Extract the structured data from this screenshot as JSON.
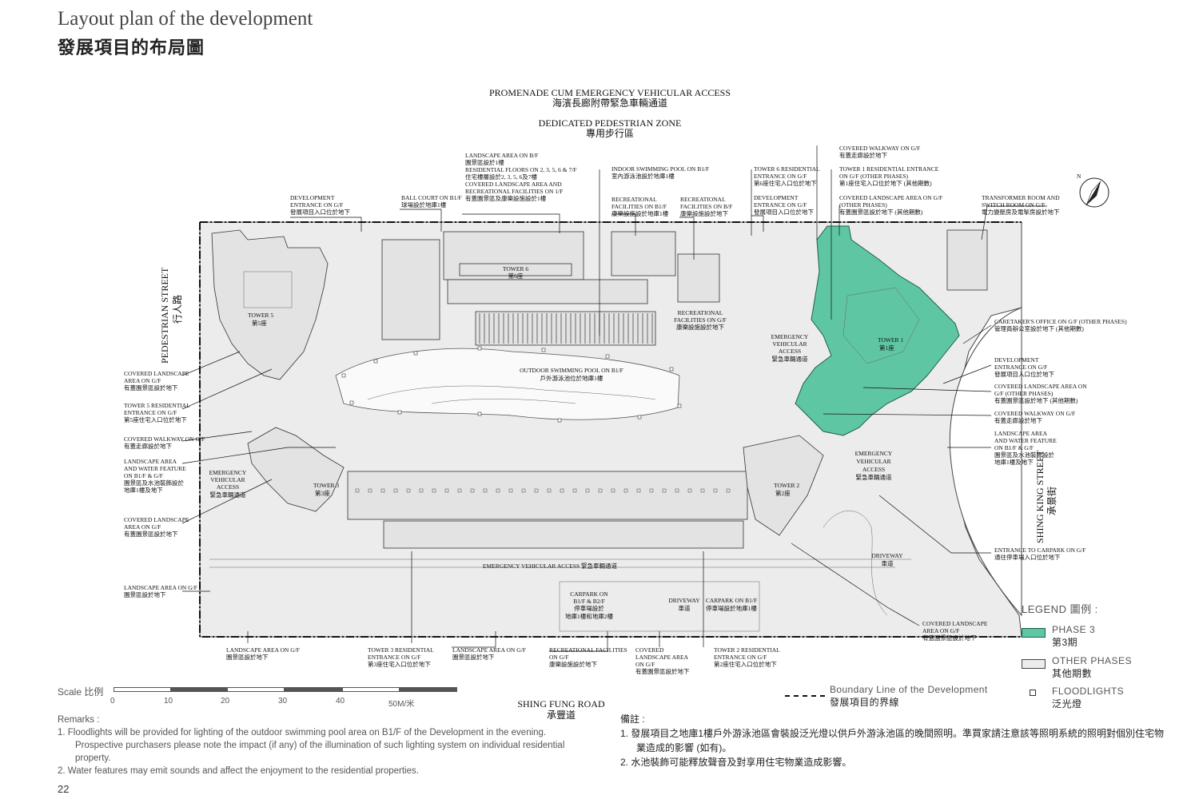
{
  "title_en": "Layout plan of the development",
  "title_zh": "發展項目的布局圖",
  "page_number": "22",
  "roads": {
    "north_en": "PROMENADE CUM EMERGENCY VEHICULAR ACCESS",
    "north_zh": "海濱長廊附帶緊急車輛通道",
    "ped_en": "DEDICATED PEDESTRIAN ZONE",
    "ped_zh": "專用步行區",
    "west_en": "PEDESTRIAN STREET",
    "west_zh": "行人路",
    "east_en": "SHING KING STREET",
    "east_zh": "承景街",
    "south_en": "SHING FUNG ROAD",
    "south_zh": "承豐道"
  },
  "towers": {
    "t1_en": "TOWER 1",
    "t1_zh": "第1座",
    "t2_en": "TOWER 2",
    "t2_zh": "第2座",
    "t3_en": "TOWER 3",
    "t3_zh": "第3座",
    "t5_en": "TOWER 5",
    "t5_zh": "第5座",
    "t6_en": "TOWER 6",
    "t6_zh": "第6座"
  },
  "inside_labels": {
    "pool_en": "OUTDOOR SWIMMING POOL ON B1/F",
    "pool_zh": "戶外游泳池位於地庫1樓",
    "eva_south": "EMERGENCY VEHICULAR ACCESS 緊急車輛通道",
    "eva_west_1": "EMERGENCY",
    "eva_west_2": "VEHICULAR",
    "eva_west_3": "ACCESS",
    "eva_west_4": "緊急車輛通道",
    "eva_mid_1": "EMERGENCY",
    "eva_mid_2": "VEHICULAR",
    "eva_mid_3": "ACCESS",
    "eva_mid_4": "緊急車輛通道",
    "eva_east_1": "EMERGENCY",
    "eva_east_2": "VEHICULAR",
    "eva_east_3": "ACCESS",
    "eva_east_4": "緊急車輛通道",
    "driveway_1": "DRIVEWAY",
    "driveway_2": "車道",
    "driveway_s_1": "DRIVEWAY",
    "driveway_s_2": "車道",
    "rec_mid_1": "RECREATIONAL",
    "rec_mid_2": "FACILITIES ON G/F",
    "rec_mid_3": "康樂設施設於地下",
    "carpark_1_1": "CARPARK ON",
    "carpark_1_2": "B1/F & B2/F",
    "carpark_1_3": "停車場設於",
    "carpark_1_4": "地庫1樓和地庫2樓",
    "carpark_2_1": "CARPARK ON B1/F",
    "carpark_2_2": "停車場設於地庫1樓"
  },
  "callouts_top": [
    {
      "lines": [
        "DEVELOPMENT",
        "ENTRANCE  ON G/F",
        "發展項目入口位於地下"
      ]
    },
    {
      "lines": [
        "BALL COURT  ON B1/F",
        "球場設於地庫1樓"
      ]
    },
    {
      "lines": [
        "LANDSCAPE AREA ON B/F",
        "園景區設於1樓",
        "RESIDENTIAL FLOORS ON 2, 3, 5, 6 & 7/F",
        "住宅樓層設於2, 3, 5, 6及7樓",
        "COVERED LANDSCAPE AREA AND",
        "RECREATIONAL FACILITIES ON 1/F",
        "有蓋園景區及康樂設施設於1樓"
      ]
    },
    {
      "lines": [
        "INDOOR SWIMMING POOL ON B1/F",
        "室內游泳池設於地庫1樓"
      ]
    },
    {
      "lines": [
        "RECREATIONAL",
        "FACILITIES ON B1/F",
        "康樂設施設於地庫1樓"
      ]
    },
    {
      "lines": [
        "RECREATIONAL",
        "FACILITIES ON B/F",
        "康樂設施設於地下"
      ]
    },
    {
      "lines": [
        "TOWER 6 RESIDENTIAL",
        "ENTRANCE ON G/F",
        "第6座住宅入口位於地下"
      ]
    },
    {
      "lines": [
        "DEVELOPMENT",
        "ENTRANCE ON G/F",
        "發展項目入口位於地下"
      ]
    },
    {
      "lines": [
        "COVERED WALKWAY ON G/F",
        "有蓋走廊設於地下"
      ]
    },
    {
      "lines": [
        "TOWER 1 RESIDENTIAL ENTRANCE",
        "ON G/F (OTHER PHASES)",
        "第1座住宅入口位於地下 (其他期數)"
      ]
    },
    {
      "lines": [
        "COVERED LANDSCAPE AREA ON G/F",
        "(OTHER PHASES)",
        "有蓋園景區設於地下 (其他期數)"
      ]
    },
    {
      "lines": [
        "TRANSFORMER ROOM  AND",
        "SWITCH ROOM ON G/F",
        "電力變壓房及電掣房設於地下"
      ]
    }
  ],
  "callouts_left": [
    {
      "lines": [
        "COVERED LANDSCAPE",
        "AREA ON G/F",
        "有蓋園景區設於地下"
      ]
    },
    {
      "lines": [
        "TOWER 5 RESIDENTIAL",
        "ENTRANCE ON G/F",
        "第5座住宅入口位於地下"
      ]
    },
    {
      "lines": [
        "COVERED WALKWAY ON G/F",
        "有蓋走廊設於地下"
      ]
    },
    {
      "lines": [
        "LANDSCAPE AREA",
        "AND WATER FEATURE",
        "ON B1/F & G/F",
        "園景區及水池裝飾設於",
        "地庫1樓及地下"
      ]
    },
    {
      "lines": [
        "COVERED LANDSCAPE",
        "AREA ON G/F",
        "有蓋園景區設於地下"
      ]
    },
    {
      "lines": [
        "LANDSCAPE AREA ON G/F",
        "園景區設於地下"
      ]
    }
  ],
  "callouts_right": [
    {
      "lines": [
        "CARETAKER'S OFFICE  ON G/F (OTHER PHASES)",
        "管理員辦公室設於地下 (其他期數)"
      ]
    },
    {
      "lines": [
        "DEVELOPMENT",
        "ENTRANCE  ON G/F",
        "發展項目入口位於地下"
      ]
    },
    {
      "lines": [
        "COVERED LANDSCAPE AREA ON",
        "G/F (OTHER PHASES)",
        "有蓋園景區設於地下 (其他期數)"
      ]
    },
    {
      "lines": [
        "COVERED WALKWAY ON G/F",
        "有蓋走廊設於地下"
      ]
    },
    {
      "lines": [
        "LANDSCAPE AREA",
        "AND WATER FEATURE",
        "ON B1/F & G/F",
        "園景區及水池裝飾設於",
        "地庫1樓及地下"
      ]
    },
    {
      "lines": [
        "ENTRANCE TO CARPARK ON G/F",
        "通往停車場入口位於地下"
      ]
    },
    {
      "lines": [
        "COVERED LANDSCAPE",
        "AREA ON G/F",
        "有蓋園景區設於地下"
      ]
    }
  ],
  "callouts_bottom": [
    {
      "lines": [
        "LANDSCAPE AREA ON G/F",
        "園景區設於地下"
      ]
    },
    {
      "lines": [
        "TOWER 3 RESIDENTIAL",
        "ENTRANCE ON G/F",
        "第3座住宅入口位於地下"
      ]
    },
    {
      "lines": [
        "LANDSCAPE AREA ON G/F",
        "園景區設於地下"
      ]
    },
    {
      "lines": [
        "RECREATIONAL FACILITIES",
        "ON G/F",
        "康樂設施設於地下"
      ]
    },
    {
      "lines": [
        "COVERED",
        "LANDSCAPE AREA",
        "ON G/F",
        "有蓋園景區設於地下"
      ]
    },
    {
      "lines": [
        "TOWER 2 RESIDENTIAL",
        "ENTRANCE ON G/F",
        "第2座住宅入口位於地下"
      ]
    }
  ],
  "scale": {
    "label": "Scale 比例",
    "ticks": [
      "0",
      "10",
      "20",
      "30",
      "40",
      "50M/米"
    ]
  },
  "legend": {
    "title": "LEGEND 圖例 :",
    "phase3_en": "PHASE 3",
    "phase3_zh": "第3期",
    "other_en": "OTHER PHASES",
    "other_zh": "其他期數",
    "flood_en": "FLOODLIGHTS",
    "flood_zh": "泛光燈",
    "boundary_en": "Boundary Line of the Development",
    "boundary_zh": "發展項目的界線",
    "phase3_color": "#5fc6a3",
    "other_color": "#ececec"
  },
  "remarks_en": {
    "title": "Remarks :",
    "r1": "1.    Floodlights will be provided for lighting of the outdoor swimming pool area on B1/F of the Development in the evening. Prospective purchasers please note the impact (if any) of the illumination of such lighting system on individual residential property.",
    "r2": "2.    Water features may emit sounds and affect the enjoyment to the residential properties."
  },
  "remarks_zh": {
    "title": "備註 :",
    "r1": "1.   發展項目之地庫1樓戶外游泳池區會裝設泛光燈以供戶外游泳池區的晚間照明。準買家請注意該等照明系統的照明對個別住宅物業造成的影響 (如有)。",
    "r2": "2.   水池裝飾可能釋放聲音及對享用住宅物業造成影響。"
  }
}
